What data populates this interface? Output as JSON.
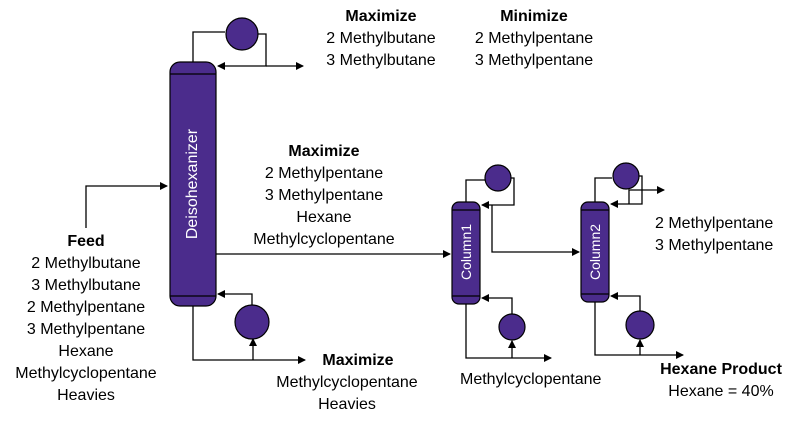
{
  "colors": {
    "vessel_fill": "#4b2c8c",
    "line": "#000000",
    "vessel_text": "#ffffff"
  },
  "units": {
    "deisohexanizer": "Deisohexanizer",
    "column1": "Column1",
    "column2": "Column2"
  },
  "feed": {
    "heading": "Feed",
    "items": [
      "2 Methylbutane",
      "3 Methylbutane",
      "2 Methylpentane",
      "3 Methylpentane",
      "Hexane",
      "Methylcyclopentane",
      "Heavies"
    ]
  },
  "top_maximize": {
    "heading": "Maximize",
    "items": [
      "2 Methylbutane",
      "3 Methylbutane"
    ]
  },
  "top_minimize": {
    "heading": "Minimize",
    "items": [
      "2 Methylpentane",
      "3 Methylpentane"
    ]
  },
  "side_maximize": {
    "heading": "Maximize",
    "items": [
      "2 Methylpentane",
      "3 Methylpentane",
      "Hexane",
      "Methylcyclopentane"
    ]
  },
  "bottom_maximize": {
    "heading": "Maximize",
    "items": [
      "Methylcyclopentane",
      "Heavies"
    ]
  },
  "column1_bottoms": "Methylcyclopentane",
  "column2_overhead": {
    "items": [
      "2 Methylpentane",
      "3 Methylpentane"
    ]
  },
  "product": {
    "heading": "Hexane Product",
    "value": "Hexane = 40%"
  }
}
